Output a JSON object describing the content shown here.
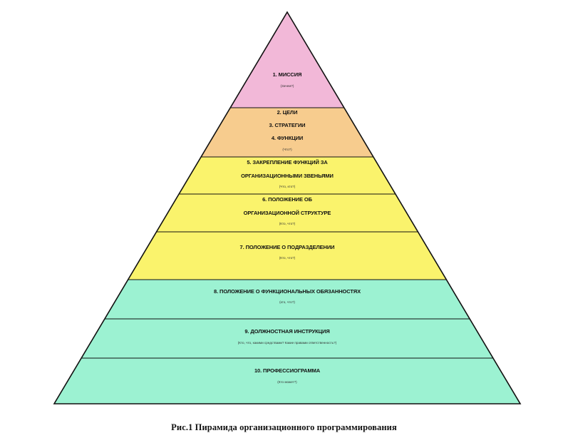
{
  "figure": {
    "caption": "Рис.1  Пирамида организационного программирования"
  },
  "colors": {
    "tier_pink": "#f2b8d8",
    "tier_orange": "#f7cc8e",
    "tier_yellow": "#faf36c",
    "tier_teal": "#9cf2d2",
    "outline": "#111111"
  },
  "levels": [
    {
      "lines": [
        "1. МИССИЯ"
      ],
      "sub": "(Зачем?)",
      "color": "#f2b8d8"
    },
    {
      "lines": [
        "2. ЦЕЛИ",
        "3. СТРАТЕГИИ",
        "4. ФУНКЦИИ"
      ],
      "sub": "(Что?)",
      "color": "#f7cc8e"
    },
    {
      "lines": [
        "5. ЗАКРЕПЛЕНИЕ ФУНКЦИЙ ЗА",
        "ОРГАНИЗАЦИОННЫМИ ЗВЕНЬЯМИ"
      ],
      "sub": "(Что, кто?)",
      "color": "#faf36c"
    },
    {
      "lines": [
        "6. ПОЛОЖЕНИЕ ОБ",
        "ОРГАНИЗАЦИОННОЙ СТРУКТУРЕ"
      ],
      "sub": "(Кто, что?)",
      "color": "#faf36c"
    },
    {
      "lines": [
        "7. ПОЛОЖЕНИЕ О ПОДРАЗДЕЛЕНИИ"
      ],
      "sub": "(Кто, что?)",
      "color": "#faf36c"
    },
    {
      "lines": [
        "8. ПОЛОЖЕНИЕ О ФУНКЦИОНАЛЬНЫХ ОБЯЗАННОСТЯХ"
      ],
      "sub": "(кто, что?)",
      "color": "#9cf2d2"
    },
    {
      "lines": [
        "9. ДОЛЖНОСТНАЯ ИНСТРУКЦИЯ"
      ],
      "sub": "(Кто, что, какими средствами? Какие правами ответственность?)",
      "color": "#9cf2d2"
    },
    {
      "lines": [
        "10. ПРОФЕССИОГРАММА"
      ],
      "sub": "(Кто может?)",
      "color": "#9cf2d2"
    }
  ]
}
